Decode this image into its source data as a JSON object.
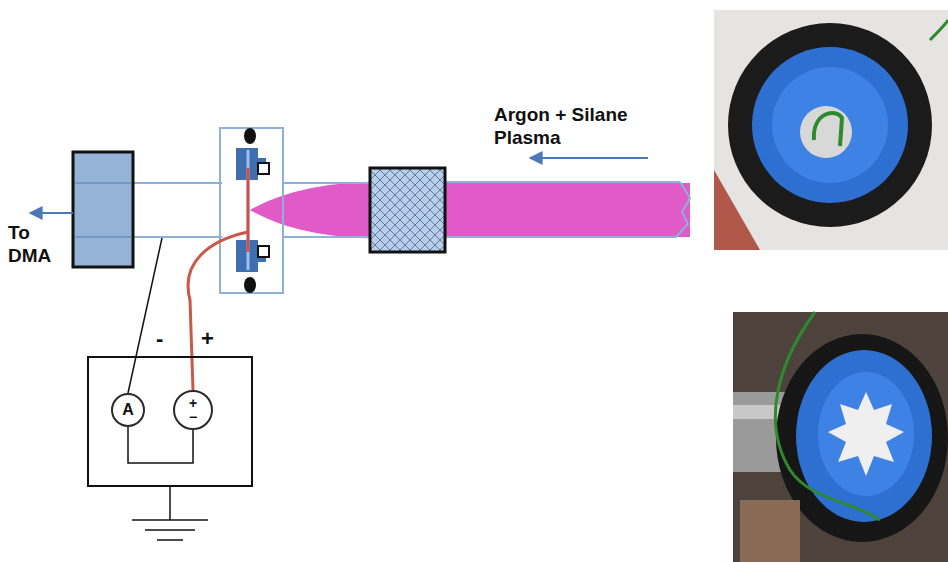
{
  "diagram": {
    "nodes": [
      {
        "text": [
          "A"
        ]
      },
      {
        "text": [
          "+",
          "−"
        ]
      }
    ],
    "edges": [
      {
        "from": 0,
        "to": 1,
        "arrow": "none"
      }
    ],
    "labels": [
      "Argon + Silane Plasma",
      "To DMA",
      "-",
      "+"
    ]
  }
}
